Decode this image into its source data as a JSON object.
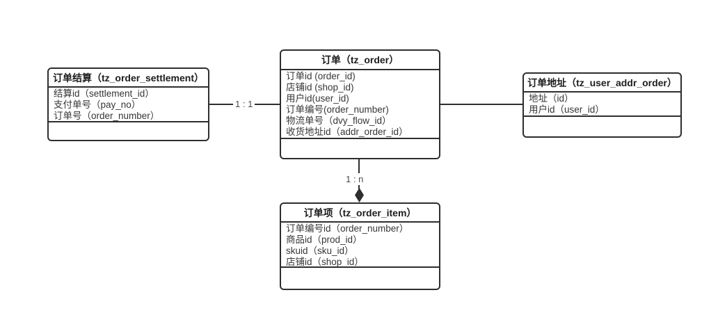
{
  "canvas": {
    "background": "#ffffff",
    "line_color": "#2e2e2e"
  },
  "entities": {
    "settlement": {
      "title": "订单结算（tz_order_settlement）",
      "fields": [
        "结算id（settlement_id）",
        "支付单号（pay_no）",
        "订单号（order_number）"
      ]
    },
    "order": {
      "title": "订单（tz_order）",
      "fields": [
        "订单id (order_id)",
        "店铺id (shop_id)",
        "用户id(user_id)",
        "订单编号(order_number)",
        "物流单号（dvy_flow_id）",
        "收货地址id（addr_order_id）"
      ]
    },
    "addr": {
      "title": "订单地址（tz_user_addr_order）",
      "fields": [
        "地址（id）",
        "用户id（user_id）"
      ]
    },
    "item": {
      "title": "订单项（tz_order_item）",
      "fields": [
        "订单编号id（order_number）",
        "商品id（prod_id）",
        "skuid（sku_id）",
        "店铺id（shop_id）"
      ]
    }
  },
  "relations": {
    "settlement_to_order": {
      "label": "1 : 1"
    },
    "order_to_addr": {
      "label": ""
    },
    "order_to_item": {
      "label": "1 : n",
      "end_icon": "filled-diamond"
    }
  }
}
